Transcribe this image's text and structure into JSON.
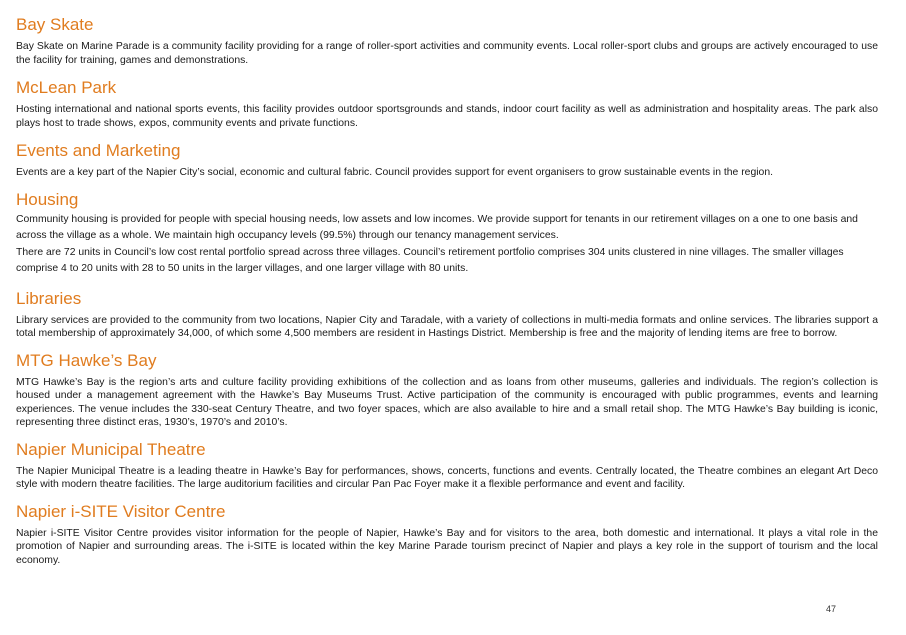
{
  "sections": [
    {
      "heading": "Bay Skate",
      "paragraphs": [
        "Bay Skate on Marine Parade is a community facility providing for a range of roller-sport activities and community events. Local roller-sport clubs and groups are actively encouraged to use the facility for training, games and demonstrations."
      ]
    },
    {
      "heading": "McLean Park",
      "paragraphs": [
        "Hosting international and national sports events, this facility provides outdoor sportsgrounds and stands, indoor court facility as well as administration and hospitality areas. The park also plays host to trade shows, expos, community events and private functions."
      ]
    },
    {
      "heading": "Events and Marketing",
      "paragraphs": [
        "Events are a key part of the Napier City’s social, economic and cultural fabric. Council provides support for event organisers to grow sustainable events in the region."
      ]
    },
    {
      "heading": "Housing",
      "paragraphs": [
        "Community housing is provided for people with special housing needs, low assets and low incomes. We provide support for tenants in our retirement villages on a one to one basis and across the village as a whole. We maintain high occupancy levels (99.5%) through our tenancy management services.",
        "There are 72 units in Council’s low cost rental portfolio spread across three villages. Council’s retirement portfolio comprises 304 units clustered in nine villages. The smaller villages comprise 4 to 20 units with 28 to 50 units in the larger villages, and one larger village with 80 units."
      ]
    },
    {
      "heading": "Libraries",
      "paragraphs": [
        "Library services are provided to the community from two locations, Napier City and Taradale, with a variety of collections in multi-media formats and online services. The libraries support a total membership of approximately 34,000, of which some 4,500 members are resident in Hastings District. Membership is free and the majority of lending items are free to borrow."
      ]
    },
    {
      "heading": "MTG Hawke’s Bay",
      "paragraphs": [
        "MTG Hawke’s Bay is the region’s arts and culture facility providing exhibitions of the collection and as loans from other museums, galleries and individuals. The region’s collection is housed under a management agreement with the Hawke’s Bay Museums Trust. Active participation of the community is encouraged with public programmes, events and learning experiences. The venue includes the 330-seat Century Theatre, and two foyer spaces, which are also available to hire and a small retail shop. The MTG Hawke’s Bay building is iconic, representing three distinct eras, 1930’s, 1970’s and 2010’s."
      ]
    },
    {
      "heading": "Napier Municipal Theatre",
      "paragraphs": [
        "The Napier Municipal Theatre is a leading theatre in Hawke’s Bay for performances, shows, concerts, functions and events. Centrally located, the Theatre combines an elegant Art Deco style with modern theatre facilities. The large auditorium facilities and circular Pan Pac Foyer make it a flexible performance and event and facility."
      ]
    },
    {
      "heading": "Napier i-SITE Visitor Centre",
      "paragraphs": [
        "Napier i-SITE Visitor Centre provides visitor information for the people of Napier, Hawke’s Bay and for visitors to the area, both domestic and international. It plays a vital role in the promotion of Napier and surrounding areas. The i-SITE is located within the key Marine Parade tourism precinct of Napier and plays a key role in the support of tourism and the local economy."
      ]
    }
  ],
  "page_number": "47",
  "colors": {
    "heading": "#e07c1f",
    "body_text": "#1a1a1a"
  }
}
